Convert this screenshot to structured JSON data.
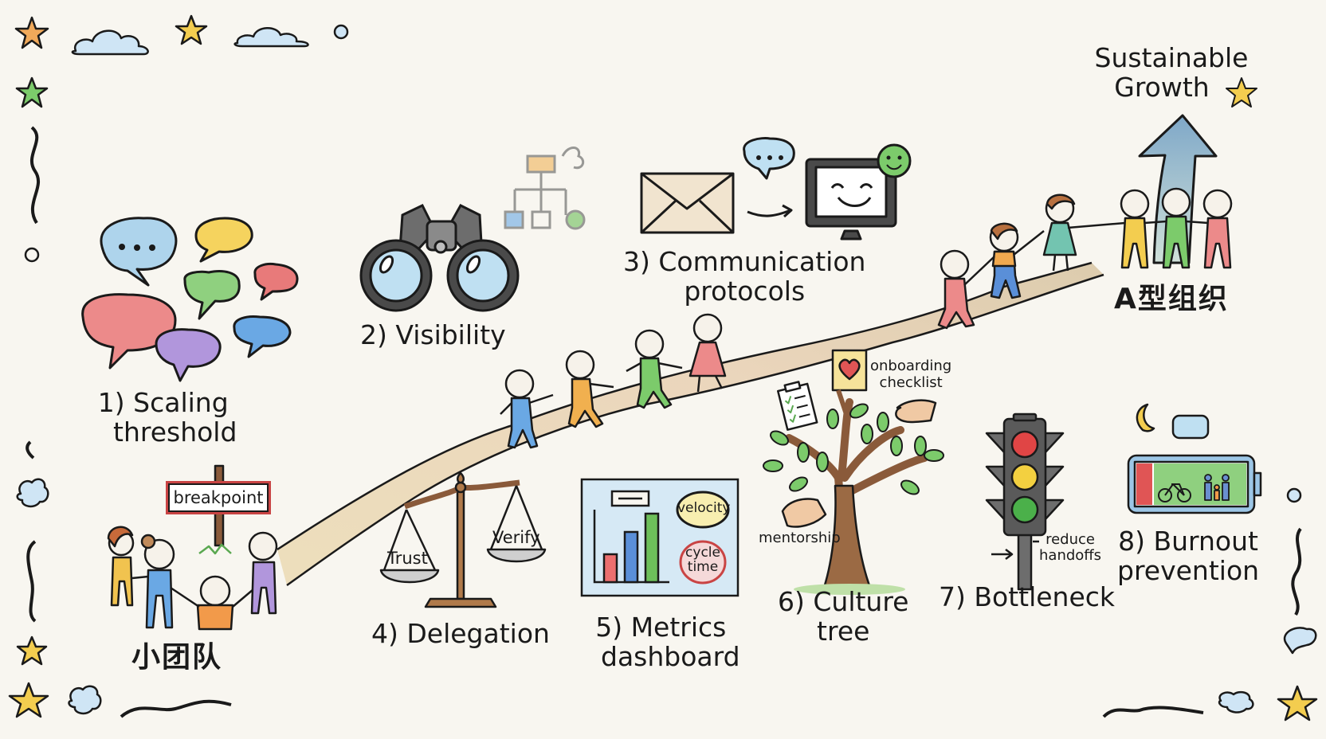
{
  "title": {
    "goal_line1": "Sustainable",
    "goal_line2": "Growth",
    "start_label": "小团队",
    "end_label": "A型组织"
  },
  "steps": [
    {
      "number": "1)",
      "line1": "1) Scaling",
      "line2": "threshold",
      "icon": "speech-bubbles-icon"
    },
    {
      "number": "2)",
      "line1": "2) Visibility",
      "line2": "",
      "icon": "binoculars-icon"
    },
    {
      "number": "3)",
      "line1": "3) Communication",
      "line2": "protocols",
      "icon": "envelope-to-monitor-icon"
    },
    {
      "number": "4)",
      "line1": "4) Delegation",
      "line2": "",
      "icon": "balance-scale-icon"
    },
    {
      "number": "5)",
      "line1": "5) Metrics",
      "line2": "dashboard",
      "icon": "dashboard-chart-icon"
    },
    {
      "number": "6)",
      "line1": "6) Culture",
      "line2": "tree",
      "icon": "tree-icon"
    },
    {
      "number": "7)",
      "line1": "7) Bottleneck",
      "line2": "",
      "icon": "traffic-light-icon"
    },
    {
      "number": "8)",
      "line1": "8) Burnout",
      "line2": "prevention",
      "icon": "battery-icon"
    }
  ],
  "annotations": {
    "breakpoint": "breakpoint",
    "trust": "Trust",
    "verify": "Verify",
    "velocity": "velocity",
    "cycle_time_1": "cycle",
    "cycle_time_2": "time",
    "onboarding_1": "onboarding",
    "onboarding_2": "checklist",
    "mentorship": "mentorship",
    "reduce_1": "reduce",
    "reduce_2": "handoffs"
  },
  "colors": {
    "background": "#f8f6f0",
    "ink": "#1a1a1a",
    "path": "#e6d3a8",
    "sky_blue": "#aed4ec",
    "star_yellow": "#f3cd4f",
    "star_orange": "#f0a95a",
    "leaf_green": "#6dbf5a",
    "red": "#e05555",
    "purple": "#a986cf",
    "blue": "#5a9bdc",
    "sign_red": "#c94444"
  }
}
